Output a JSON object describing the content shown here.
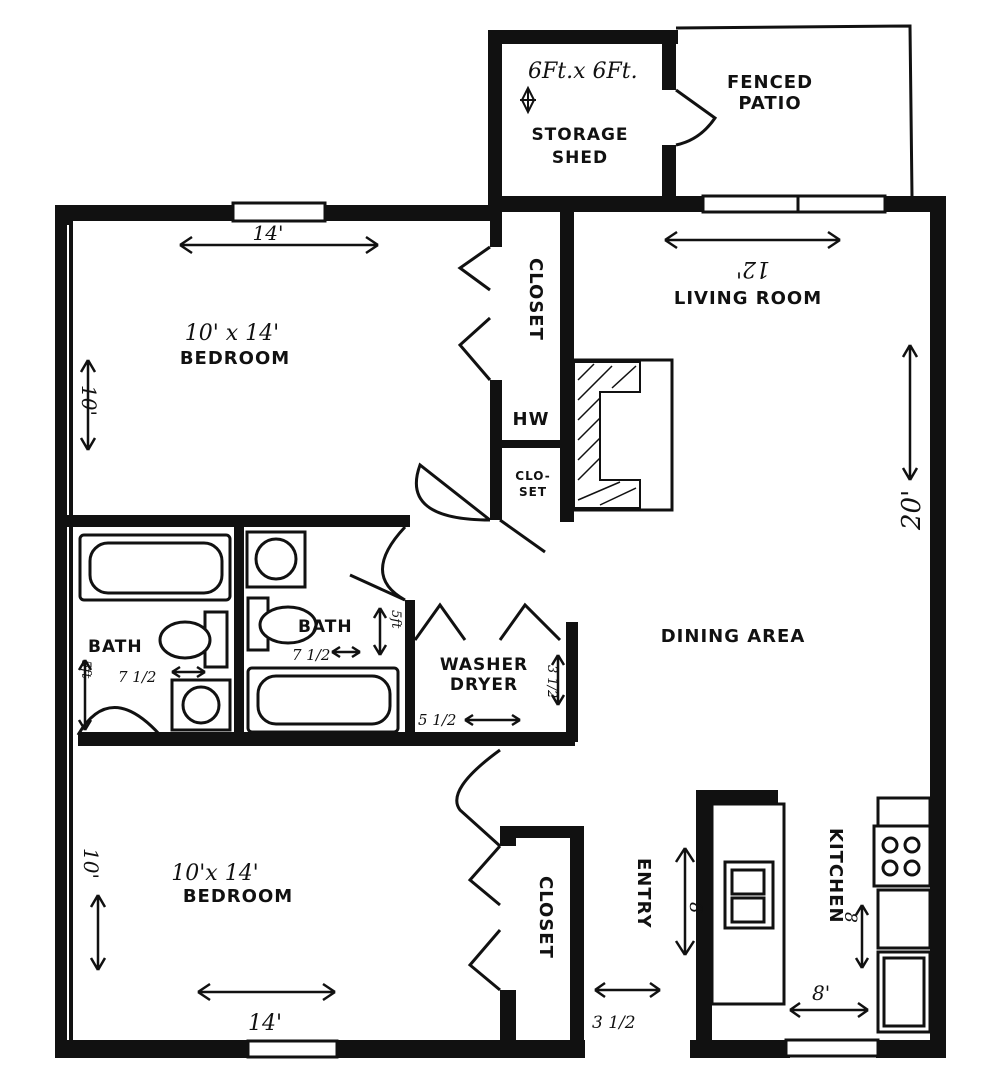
{
  "rooms": {
    "storage_shed": {
      "size": "6Ft.x 6Ft.",
      "name_line1": "STORAGE",
      "name_line2": "SHED"
    },
    "fenced_patio": {
      "line1": "FENCED",
      "line2": "PATIO"
    },
    "bedroom_top": {
      "size": "10' x 14'",
      "name": "BEDROOM",
      "width_dim": "14'",
      "height_dim": "10'"
    },
    "closet_top": {
      "name": "CLOSET"
    },
    "water_heater": {
      "name": "HW"
    },
    "closet_small": {
      "line1": "CLO-",
      "line2": "SET"
    },
    "living_room": {
      "name": "LIVING ROOM",
      "width_dim": "12'",
      "height_dim": "20'"
    },
    "bath_left": {
      "name": "BATH",
      "width_dim": "7 1/2",
      "height_dim": "5ft"
    },
    "bath_right": {
      "name": "BATH",
      "width_dim": "7 1/2",
      "height_dim": "5ft"
    },
    "washer_dryer": {
      "line1": "WASHER",
      "line2": "DRYER",
      "width_dim": "5 1/2",
      "height_dim": "3 1/2"
    },
    "dining_area": {
      "name": "DINING AREA"
    },
    "bedroom_bottom": {
      "size": "10'x 14'",
      "name": "BEDROOM",
      "width_dim": "14'",
      "height_dim": "10'"
    },
    "closet_bottom": {
      "name": "CLOSET",
      "width_dim": "3 1/2"
    },
    "entry": {
      "name": "ENTRY",
      "dim": "8"
    },
    "kitchen": {
      "name": "KITCHEN",
      "width_dim": "8'",
      "height_dim": "8"
    }
  }
}
